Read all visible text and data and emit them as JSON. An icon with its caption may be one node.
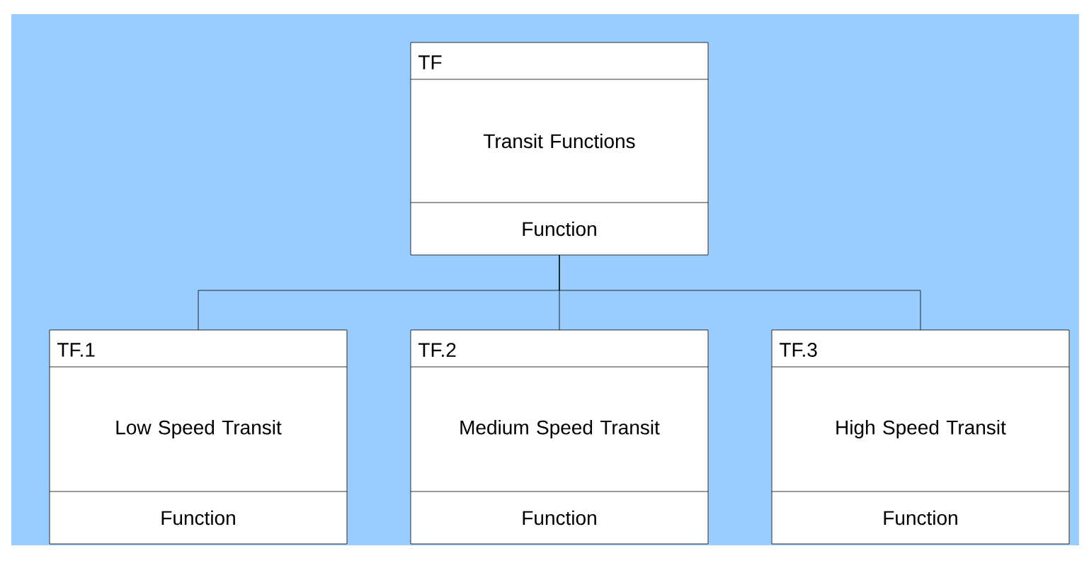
{
  "diagram": {
    "nodes": [
      {
        "text": [
          "TF",
          "Transit Functions",
          "Function"
        ]
      },
      {
        "text": [
          "TF.1",
          "Low Speed Transit",
          "Function"
        ]
      },
      {
        "text": [
          "TF.2",
          "Medium Speed Transit",
          "Function"
        ]
      },
      {
        "text": [
          "TF.3",
          "High Speed Transit",
          "Function"
        ]
      }
    ],
    "edges": [
      {
        "from": 0,
        "to": 1,
        "arrow": "none"
      },
      {
        "from": 0,
        "to": 2,
        "arrow": "none"
      },
      {
        "from": 0,
        "to": 3,
        "arrow": "none"
      }
    ]
  }
}
